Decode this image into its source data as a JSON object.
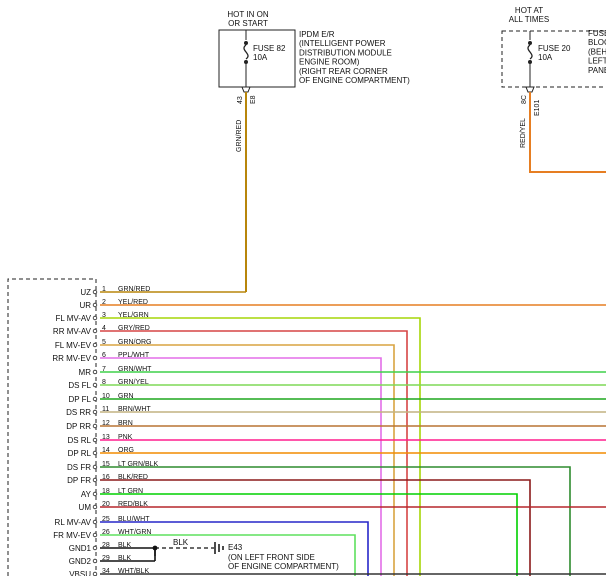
{
  "top_left": {
    "hot_label": "HOT IN ON\nOR START",
    "fuse_label": "FUSE 82\n10A",
    "module_label": "IPDM E/R\n(INTELLIGENT POWER\nDISTRIBUTION MODULE\nENGINE ROOM)\n(RIGHT REAR CORNER\nOF ENGINE COMPARTMENT)",
    "pin": "43",
    "connector": "E8",
    "wire_color_label": "GRN/RED"
  },
  "top_right": {
    "hot_label": "HOT AT\nALL TIMES",
    "fuse_label": "FUSE 20\n10A",
    "block_label": "FUSE\nBLOCK\n(BEHI\nLEFT\nPANE",
    "pin": "8C",
    "connector": "E101",
    "wire_color_label": "RED/YEL"
  },
  "pins": [
    {
      "name": "UZ",
      "pin": "1",
      "wire": "GRN/RED",
      "color": "#b8860b"
    },
    {
      "name": "UR",
      "pin": "2",
      "wire": "YEL/RED",
      "color": "#e67e22"
    },
    {
      "name": "FL MV-AV",
      "pin": "3",
      "wire": "YEL/GRN",
      "color": "#a6d608"
    },
    {
      "name": "RR MV-AV",
      "pin": "4",
      "wire": "GRY/RED",
      "color": "#d64545"
    },
    {
      "name": "FL MV-EV",
      "pin": "5",
      "wire": "GRN/ORG",
      "color": "#d9a441"
    },
    {
      "name": "RR MV-EV",
      "pin": "6",
      "wire": "PPL/WHT",
      "color": "#e36ee8"
    },
    {
      "name": "MR",
      "pin": "7",
      "wire": "GRN/WHT",
      "color": "#3fd04a"
    },
    {
      "name": "DS FL",
      "pin": "8",
      "wire": "GRN/YEL",
      "color": "#7ed957"
    },
    {
      "name": "DP FL",
      "pin": "10",
      "wire": "GRN",
      "color": "#1fa71f"
    },
    {
      "name": "DS RR",
      "pin": "11",
      "wire": "BRN/WHT",
      "color": "#c2b280"
    },
    {
      "name": "DP RR",
      "pin": "12",
      "wire": "BRN",
      "color": "#b87333"
    },
    {
      "name": "DS RL",
      "pin": "13",
      "wire": "PNK",
      "color": "#ff1f8e"
    },
    {
      "name": "DP RL",
      "pin": "14",
      "wire": "ORG",
      "color": "#f28c00"
    },
    {
      "name": "DS FR",
      "pin": "15",
      "wire": "LT GRN/BLK",
      "color": "#2e8b2e"
    },
    {
      "name": "DP FR",
      "pin": "16",
      "wire": "BLK/RED",
      "color": "#8b1a1a"
    },
    {
      "name": "AY",
      "pin": "18",
      "wire": "LT GRN",
      "color": "#00d000"
    },
    {
      "name": "UM",
      "pin": "20",
      "wire": "RED/BLK",
      "color": "#b5262b"
    },
    {
      "name": "RL MV-AV",
      "pin": "25",
      "wire": "BLU/WHT",
      "color": "#2727c9"
    },
    {
      "name": "FR MV-EV",
      "pin": "26",
      "wire": "WHT/GRN",
      "color": "#5ee05e"
    },
    {
      "name": "GND1",
      "pin": "28",
      "wire": "BLK",
      "color": "#111111"
    },
    {
      "name": "GND2",
      "pin": "29",
      "wire": "BLK",
      "color": "#111111"
    },
    {
      "name": "VBSU",
      "pin": "34",
      "wire": "WHT/BLK",
      "color": "#333333"
    }
  ],
  "ground": {
    "wire_label": "BLK",
    "id": "E43",
    "location": "(ON LEFT FRONT SIDE\nOF ENGINE COMPARTMENT)"
  },
  "colors": {
    "top_left_wire": "#b8860b",
    "top_right_wire": "#e67e22"
  }
}
